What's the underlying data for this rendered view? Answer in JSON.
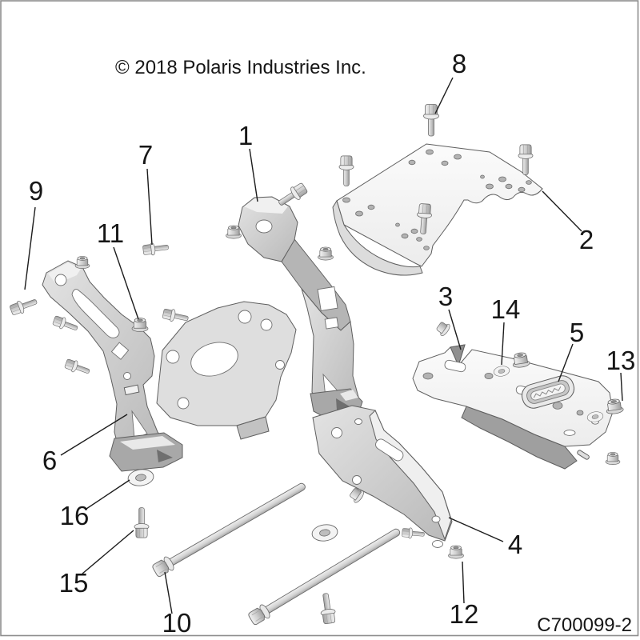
{
  "diagram": {
    "copyright": "© 2018 Polaris Industries Inc.",
    "drawing_number": "C700099-2",
    "callouts": [
      {
        "label": "1"
      },
      {
        "label": "2"
      },
      {
        "label": "3"
      },
      {
        "label": "4"
      },
      {
        "label": "5"
      },
      {
        "label": "6"
      },
      {
        "label": "7"
      },
      {
        "label": "8"
      },
      {
        "label": "9"
      },
      {
        "label": "10"
      },
      {
        "label": "11"
      },
      {
        "label": "12"
      },
      {
        "label": "13"
      },
      {
        "label": "14"
      },
      {
        "label": "15"
      },
      {
        "label": "16"
      }
    ]
  }
}
